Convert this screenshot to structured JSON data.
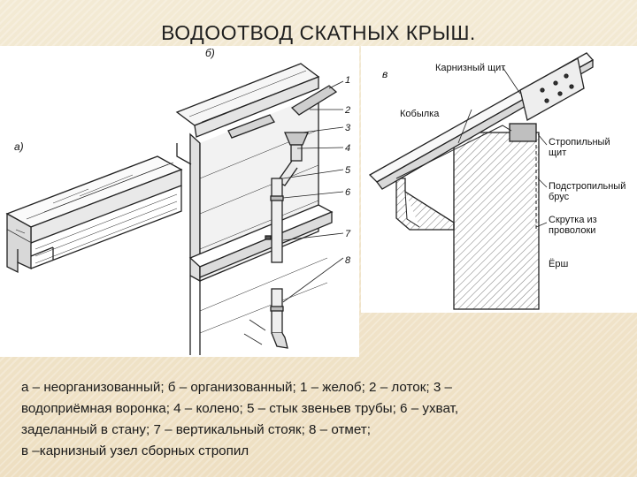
{
  "title": "ВОДООТВОД СКАТНЫХ КРЫШ.",
  "figure_ab": {
    "label_a": "а)",
    "label_b": "б)",
    "callouts": [
      "1",
      "2",
      "3",
      "4",
      "5",
      "6",
      "7",
      "8"
    ]
  },
  "figure_c": {
    "label": "в",
    "callouts": [
      "Карнизный щит",
      "Кобылка",
      "Стропильный",
      "щит",
      "Подстропильный",
      "брус",
      "Скрутка из",
      "проволоки",
      "Ёрш"
    ]
  },
  "caption_lines": [
    "а – неорганизованный; б – организованный; 1 – желоб; 2 – лоток; 3 –",
    "водоприёмная воронка; 4 – колено; 5 – стык звеньев трубы; 6 – ухват,",
    "заделанный в стану; 7 – вертикальный стояк; 8 – отмет;",
    "в –карнизный узел сборных стропил"
  ]
}
